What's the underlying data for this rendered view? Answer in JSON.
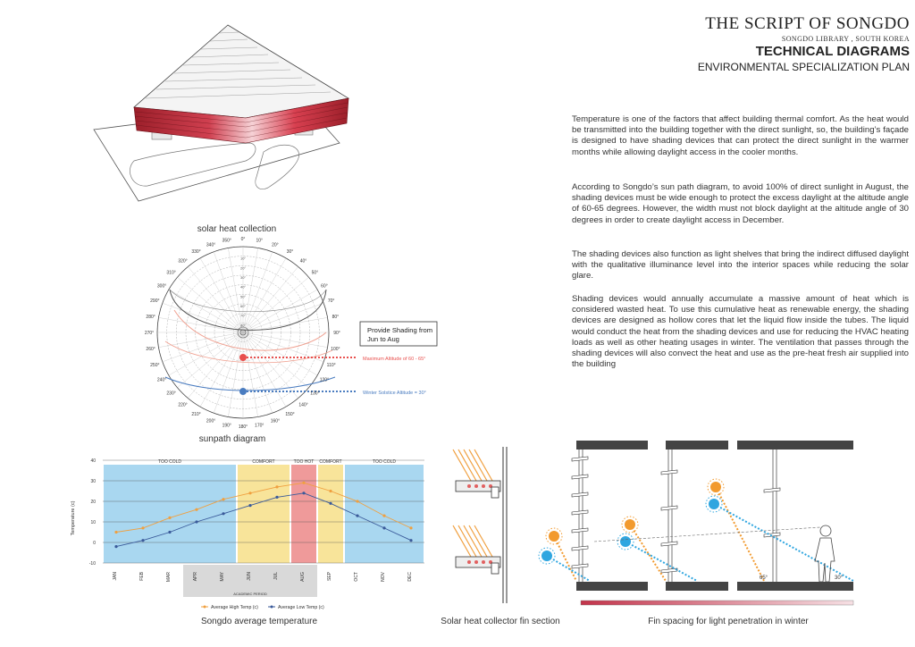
{
  "header": {
    "title": "THE SCRIPT  OF SONGDO",
    "subtitle": "SONGDO LIBRARY , SOUTH KOREA",
    "section": "TECHNICAL DIAGRAMS",
    "plan": "ENVIRONMENTAL SPECIALIZATION PLAN"
  },
  "body_text": {
    "p1": "Temperature is one of the factors that affect building thermal comfort. As the heat would be transmitted into the building together with the direct sunlight, so, the building’s façade is designed to have shading devices that can protect the direct sunlight in the warmer months while allowing daylight access in the cooler months.",
    "p2": "According to Songdo’s sun path diagram, to avoid 100% of direct sunlight in August, the shading devices must be wide enough to protect the excess daylight at the altitude angle of 60-65 degrees. However, the width must not block daylight at the altitude angle of 30 degrees in order to create daylight access in December.",
    "p3": "The shading devices also function as light shelves that bring the indirect diffused daylight with the qualitative illuminance level into the interior spaces while reducing the solar glare.",
    "p4": "Shading devices would annually accumulate a massive amount of heat which is considered wasted heat. To use this cumulative heat as renewable energy, the shading devices are designed as hollow cores that let the liquid flow inside the tubes. The liquid would conduct the heat from the shading devices and use for reducing the HVAC heating loads as well as other heating usages in winter. The ventilation that passes through the shading devices will also convect the heat and use as the pre-heat fresh air supplied into the building"
  },
  "captions": {
    "solar_heat": "solar heat collection",
    "sunpath": "sunpath diagram",
    "temperature": "Songdo average temperature",
    "fin_section": "Solar heat collector fin section",
    "fin_spacing": "Fin spacing for light penetration in winter"
  },
  "sunpath": {
    "callout": "Provide Shading from Jun to Aug",
    "summer_label": "Maximum Altitude of 60 - 65°",
    "winter_label": "Winter Solstice  Altitude =  30°",
    "azimuth_labels": [
      "0°",
      "10°",
      "20°",
      "30°",
      "40°",
      "50°",
      "60°",
      "70°",
      "80°",
      "90°",
      "100°",
      "110°",
      "120°",
      "130°",
      "140°",
      "150°",
      "160°",
      "170°",
      "180°",
      "190°",
      "200°",
      "210°",
      "220°",
      "230°",
      "240°",
      "250°",
      "260°",
      "270°",
      "280°",
      "290°",
      "300°",
      "310°",
      "320°",
      "330°",
      "340°",
      "350°"
    ],
    "altitude_labels": [
      "10°",
      "20°",
      "30°",
      "40°",
      "50°",
      "60°",
      "70°",
      "80°"
    ],
    "colors": {
      "summer": "#e8504e",
      "winter": "#4a7cc0",
      "summer_path": "#f0a090"
    }
  },
  "chart_data": {
    "type": "line",
    "title": "",
    "xlabel": "",
    "ylabel": "Temperature (c)",
    "ylim": [
      -10,
      40
    ],
    "yticks": [
      -10,
      0,
      10,
      20,
      30,
      40
    ],
    "categories": [
      "JAN",
      "FEB",
      "MAR",
      "APR",
      "MAY",
      "JUN",
      "JUL",
      "AUG",
      "SEP",
      "OCT",
      "NOV",
      "DEC"
    ],
    "series": [
      {
        "name": "Average High Temp (c)",
        "color": "#f0a040",
        "values": [
          5,
          7,
          12,
          16,
          21,
          24,
          27,
          29,
          25,
          20,
          13,
          7
        ]
      },
      {
        "name": "Average Low Temp (c)",
        "color": "#3a5a9a",
        "values": [
          -2,
          1,
          5,
          10,
          14,
          18,
          22,
          24,
          19,
          13,
          7,
          1
        ]
      }
    ],
    "zones": [
      {
        "label": "TOO COLD",
        "start": 0,
        "end": 5,
        "color": "#a9d7f0"
      },
      {
        "label": "COMFORT",
        "start": 5,
        "end": 7,
        "color": "#f8e49a"
      },
      {
        "label": "TOO HOT",
        "start": 7,
        "end": 8,
        "color": "#ef9a9a"
      },
      {
        "label": "COMFORT",
        "start": 8,
        "end": 9,
        "color": "#f8e49a"
      },
      {
        "label": "TOO COLD",
        "start": 9,
        "end": 12,
        "color": "#a9d7f0"
      }
    ],
    "academic_period": {
      "label": "ACADEMIC PERIOD",
      "start": 3,
      "end": 8
    },
    "legend": "bottom",
    "grid": true
  },
  "fin_spacing": {
    "angle_summer": "65°",
    "angle_winter": "30°",
    "colors": {
      "summer": "#f29a2e",
      "winter": "#2fa6e0"
    }
  }
}
